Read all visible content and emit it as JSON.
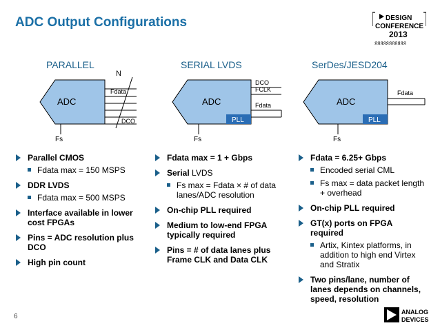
{
  "title": "ADC Output Configurations",
  "logo": {
    "line1": "DESIGN",
    "line2": "CONFERENCE",
    "line3": "2013",
    "pattern": "ЯЯЯЯЯЯЯЯЯЯЯ"
  },
  "columns": [
    {
      "title": "PARALLEL",
      "adc": "ADC",
      "labels": {
        "n": "N",
        "fdata": "Fdata",
        "dco": "DCO",
        "fs": "Fs"
      }
    },
    {
      "title": "SERIAL LVDS",
      "adc": "ADC",
      "labels": {
        "dco": "DCO",
        "fclk": "FCLK",
        "fdata": "Fdata",
        "pll": "PLL",
        "fs": "Fs"
      }
    },
    {
      "title": "SerDes/JESD204",
      "adc": "ADC",
      "labels": {
        "fdata": "Fdata",
        "pll": "PLL",
        "fs": "Fs"
      }
    }
  ],
  "bullets_col1": [
    {
      "main": "Parallel CMOS",
      "subs": [
        "Fdata max = 150 MSPS"
      ]
    },
    {
      "main": " DDR LVDS",
      "subs": [
        "Fdata max = 500 MSPS"
      ]
    },
    {
      "main": "Interface available in lower cost FPGAs",
      "subs": []
    },
    {
      "main": "Pins = ADC resolution plus DCO",
      "subs": []
    },
    {
      "main": "High pin count",
      "subs": []
    }
  ],
  "bullets_col2": [
    {
      "main": "Fdata max = 1 + Gbps",
      "subs": []
    },
    {
      "main_bold": "Serial",
      "main_rest": " LVDS",
      "subs": [
        "Fs max = Fdata × # of data lanes/ADC resolution"
      ]
    },
    {
      "main": "On-chip PLL required",
      "subs": []
    },
    {
      "main": "Medium to low-end FPGA typically required",
      "subs": []
    },
    {
      "main": "Pins = # of data lanes plus Frame CLK and Data CLK",
      "subs": []
    }
  ],
  "bullets_col3": [
    {
      "main": "Fdata = 6.25+ Gbps",
      "subs": [
        "Encoded serial CML",
        "Fs max = data packet length + overhead"
      ]
    },
    {
      "main": "On-chip PLL required",
      "subs": []
    },
    {
      "main": "GT(x) ports on FPGA required",
      "subs": [
        "Artix, Kintex platforms, in addition to high end Virtex and Stratix"
      ]
    },
    {
      "main": "Two pins/lane, number of lanes depends on channels, speed, resolution",
      "subs": []
    }
  ],
  "page_number": "6",
  "brand": {
    "line1": "ANALOG",
    "line2": "DEVICES"
  },
  "colors": {
    "title": "#1a6fa6",
    "accent": "#1a5f8a",
    "adc_fill": "#9fc5e8",
    "pll_fill": "#2a6db5"
  }
}
